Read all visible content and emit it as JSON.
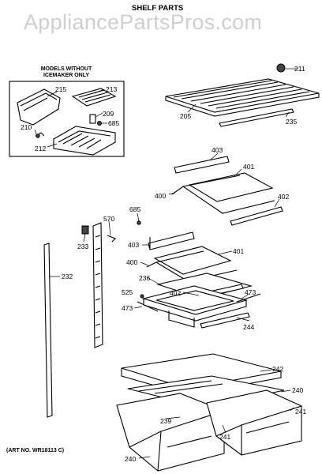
{
  "watermark": "AppliancePartsPros.com",
  "title": "SHELF PARTS",
  "inset_note_line1": "MODELS WITHOUT",
  "inset_note_line2": "ICEMAKER ONLY",
  "art_number": "(ART NO. WR18113 C)",
  "callouts": {
    "c211": "211",
    "c205": "205",
    "c235": "235",
    "c215": "215",
    "c213": "213",
    "c209": "209",
    "c685a": "685",
    "c210": "210",
    "c212": "212",
    "c403a": "403",
    "c401a": "401",
    "c400a": "400",
    "c402a": "402",
    "c685b": "685",
    "c570": "570",
    "c233": "233",
    "c232": "232",
    "c403b": "403",
    "c401b": "401",
    "c400b": "400",
    "c236": "236",
    "c402b": "402",
    "c525": "525",
    "c473a": "473",
    "c473b": "473",
    "c244": "244",
    "c242": "242",
    "c240a": "240",
    "c241a": "241",
    "c239": "239",
    "c241b": "241",
    "c240b": "240"
  }
}
